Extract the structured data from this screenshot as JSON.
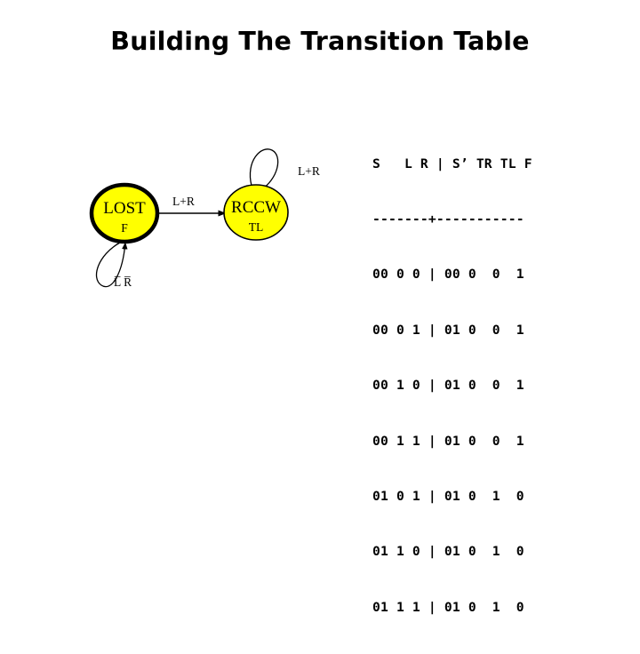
{
  "slide": {
    "title": "Building The Transition Table",
    "background_color": "#ffffff",
    "text_color": "#000000"
  },
  "state_diagram": {
    "node_fill_color": "#ffff00",
    "node_stroke_color": "#000000",
    "nodes": [
      {
        "id": "lost",
        "name": "LOST",
        "output": "F",
        "border": "thick",
        "self_loop_label": "L̅ R̅"
      },
      {
        "id": "rccw",
        "name": "RCCW",
        "output": "TL",
        "border": "thin",
        "self_loop_label": "L+R"
      }
    ],
    "transitions": [
      {
        "from": "LOST",
        "to": "RCCW",
        "label": "L+R"
      },
      {
        "from": "LOST",
        "to": "LOST",
        "label": "L̅ R̅"
      },
      {
        "from": "RCCW",
        "to": "RCCW",
        "label": "L+R"
      }
    ]
  },
  "truth_table": {
    "header": "S   L R | S’ TR TL F",
    "separator": "-------+-----------",
    "columns": [
      "S",
      "L",
      "R",
      "|",
      "S’",
      "TR",
      "TL",
      "F"
    ],
    "rows": [
      "00 0 0 | 00 0  0  1",
      "00 0 1 | 01 0  0  1",
      "00 1 0 | 01 0  0  1",
      "00 1 1 | 01 0  0  1",
      "01 0 1 | 01 0  1  0",
      "01 1 0 | 01 0  1  0",
      "01 1 1 | 01 0  1  0"
    ],
    "rows_cells": [
      [
        "00",
        "0",
        "0",
        "|",
        "00",
        "0",
        "0",
        "1"
      ],
      [
        "00",
        "0",
        "1",
        "|",
        "01",
        "0",
        "0",
        "1"
      ],
      [
        "00",
        "1",
        "0",
        "|",
        "01",
        "0",
        "0",
        "1"
      ],
      [
        "00",
        "1",
        "1",
        "|",
        "01",
        "0",
        "0",
        "1"
      ],
      [
        "01",
        "0",
        "1",
        "|",
        "01",
        "0",
        "1",
        "0"
      ],
      [
        "01",
        "1",
        "0",
        "|",
        "01",
        "0",
        "1",
        "0"
      ],
      [
        "01",
        "1",
        "1",
        "|",
        "01",
        "0",
        "1",
        "0"
      ]
    ]
  }
}
